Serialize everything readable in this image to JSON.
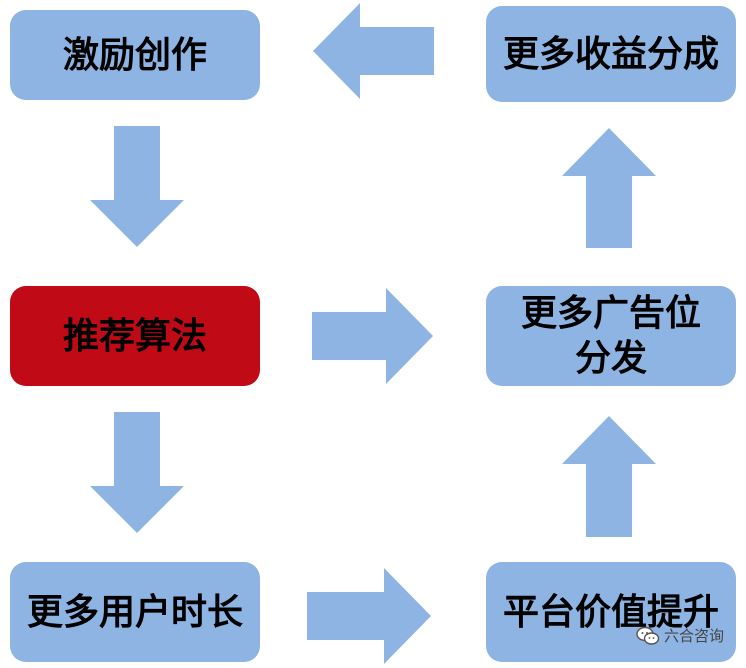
{
  "colors": {
    "box_fill": "#8eb4e3",
    "highlight_fill": "#c00a16",
    "arrow_fill": "#8eb4e3"
  },
  "nodes": {
    "incentivize_creation": "激励创作",
    "more_revenue_share": "更多收益分成",
    "recommendation_algorithm": "推荐算法",
    "more_ad_slots_line1": "更多广告位",
    "more_ad_slots_line2": "分发",
    "more_user_time": "更多用户时长",
    "platform_value_up": "平台价值提升"
  },
  "watermark": {
    "text": "六合咨询",
    "icon": "wechat-icon"
  }
}
